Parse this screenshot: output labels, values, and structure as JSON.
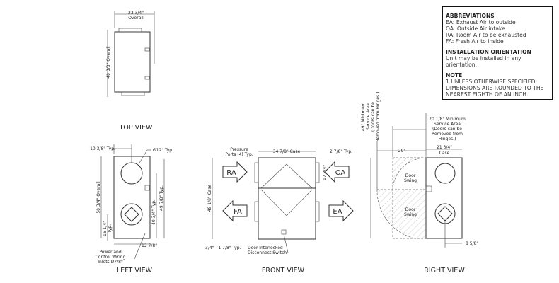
{
  "notes": {
    "abbreviations_title": "ABBREVIATIONS",
    "abbreviations": [
      "EA: Exhaust Air to outside",
      "OA: Outside Air intake",
      "RA: Room Air to be exhausted",
      "FA: Fresh Air to inside"
    ],
    "installation_title": "INSTALLATION ORIENTATION",
    "installation_lines": [
      "Unit may be installed in any",
      "orientation."
    ],
    "note_title": "NOTE",
    "note_lines": [
      "1.UNLESS OTHERWISE SPECIFIED,",
      "DIMENSIONS ARE ROUNDED TO THE",
      "NEAREST EIGHTH OF AN INCH."
    ]
  },
  "top_view": {
    "label": "TOP VIEW",
    "width_dim": "23 3/4\"",
    "width_dim_sub": "Overall",
    "depth_dim": "40 3/8\" Overall"
  },
  "left_view": {
    "label": "LEFT VIEW",
    "dim_top_offset": "10 3/8\" Typ.",
    "dim_port_dia": "Ø12\" Typ.",
    "dim_overall": "50 3/4\" Overall",
    "dim_port_spacing": "40 3/4\" Typ.",
    "dim_height_typ": "49 7/8\" Typ.",
    "dim_bottom_port": "16 1/4\"",
    "dim_bottom_port_sub": "Typ.",
    "dim_bottom_width": "12 7/8\"",
    "wiring_lines": [
      "Power and",
      "Control Wiring",
      "Inlets Ø7/8\""
    ]
  },
  "front_view": {
    "label": "FRONT VIEW",
    "pressure_ports": [
      "Pressure",
      "Ports (4) Typ."
    ],
    "dim_case_width": "34 7/8\" Case",
    "dim_collar": "2 7/8\" Typ.",
    "dim_case_height": "49 1/8\" Case",
    "dim_port_height": "17 3/4\"",
    "dim_feet": "3/4\" - 1 7/8\" Typ.",
    "disconnect_lines": [
      "Door-Interlocked",
      "Disconnect Switch"
    ],
    "arrows": {
      "ra": "RA",
      "fa": "FA",
      "oa": "OA",
      "ea": "EA"
    }
  },
  "right_view": {
    "label": "RIGHT VIEW",
    "dim_min_service_vertical": [
      "49\" Minimum",
      "Service Area",
      "(Doors can be",
      "Removed from Hinges.)"
    ],
    "dim_min_service_horizontal": [
      "20 1/8\" Minimum",
      "Service Area",
      "(Doors can be",
      "Removed from",
      "Hinges.)"
    ],
    "dim_swing": "29\"",
    "dim_case_depth": "21 3/4\"",
    "dim_case_depth_sub": "Case",
    "door_swing_top": [
      "Door",
      "Swing"
    ],
    "door_swing_bottom": [
      "Door",
      "Swing"
    ],
    "dim_port_offset": "8 5/8\""
  }
}
